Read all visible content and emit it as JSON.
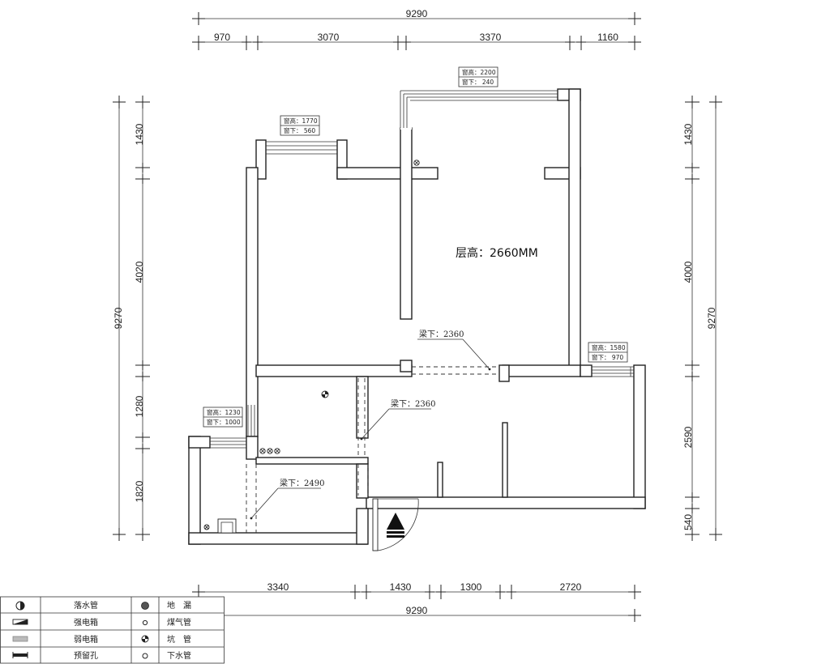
{
  "floor_height": "层高：2660MM",
  "dims": {
    "top_total": "9290",
    "top_segments": [
      "970",
      "3070",
      "3370",
      "1160"
    ],
    "bottom_total": "9290",
    "bottom_segments": [
      "3340",
      "1430",
      "1300",
      "2720"
    ],
    "left_total": "9270",
    "left_segments": [
      "1430",
      "4020",
      "1280",
      "1820"
    ],
    "right_total": "9270",
    "right_segments": [
      "1430",
      "4000",
      "2590",
      "540"
    ]
  },
  "windows": [
    {
      "height": "窗高：2200",
      "sill": "窗下： 240"
    },
    {
      "height": "窗高：1770",
      "sill": "窗下： 560"
    },
    {
      "height": "窗高：1580",
      "sill": "窗下： 970"
    },
    {
      "height": "窗高：1230",
      "sill": "窗下：1000"
    }
  ],
  "beams": [
    "梁下：2360",
    "梁下：2360",
    "梁下：2490"
  ],
  "legend": [
    {
      "left_icon": "downpipe-icon",
      "left": "落水管",
      "right_icon": "floor-drain-icon",
      "right": "地　漏"
    },
    {
      "left_icon": "strong-box-icon",
      "left": "强电箱",
      "right_icon": "gas-pipe-icon",
      "right": "煤气管"
    },
    {
      "left_icon": "weak-box-icon",
      "left": "弱电箱",
      "right_icon": "pit-pipe-icon",
      "right": "坑　管"
    },
    {
      "left_icon": "reserved-hole-icon",
      "left": "预留孔",
      "right_icon": "drain-pipe-icon",
      "right": "下水管"
    }
  ]
}
